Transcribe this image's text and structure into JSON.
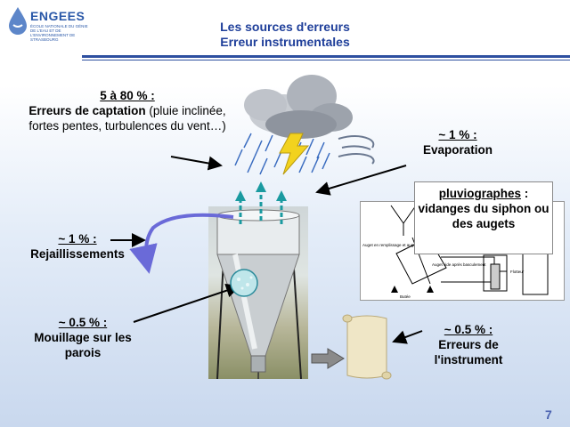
{
  "header": {
    "logo_text": "ENGEES",
    "logo_subtitle": "ÉCOLE NATIONALE DU GÉNIE DE L'EAU ET DE L'ENVIRONNEMENT DE STRASBOURG",
    "title_line1": "Les sources d'erreurs",
    "title_line2": "Erreur instrumentales"
  },
  "labels": {
    "captation": {
      "pct": "5 à 80 % :",
      "bold": "Erreurs de captation",
      "rest": " (pluie inclinée, fortes pentes, turbulences du vent…)"
    },
    "evaporation": {
      "pct": "~ 1 % :",
      "text": "Evaporation"
    },
    "rejaillissements": {
      "pct": "~ 1 % :",
      "text": "Rejaillissements"
    },
    "mouillage": {
      "pct": "~ 0.5 % :",
      "text": "Mouillage sur les parois"
    },
    "instrument": {
      "pct": "~ 0.5 % :",
      "text": "Erreurs de l'instrument"
    },
    "pluviographes": {
      "title": "pluviographes",
      "colon": " :",
      "text": "vidanges du siphon ou des augets"
    }
  },
  "diagram": {
    "label_auget_remplissage": "Auget en remplissage et auget basculant",
    "label_auget_vide": "Auget vide après basculement",
    "label_flotteur": "Flotteur",
    "label_butee": "Butée"
  },
  "colors": {
    "title": "#1f3f9a",
    "rule": "#2e4fa0",
    "logo": "#2a58a8",
    "arrow_purple": "#6a6ad8",
    "arrow_teal": "#1a9aa0"
  },
  "page_number": "7"
}
